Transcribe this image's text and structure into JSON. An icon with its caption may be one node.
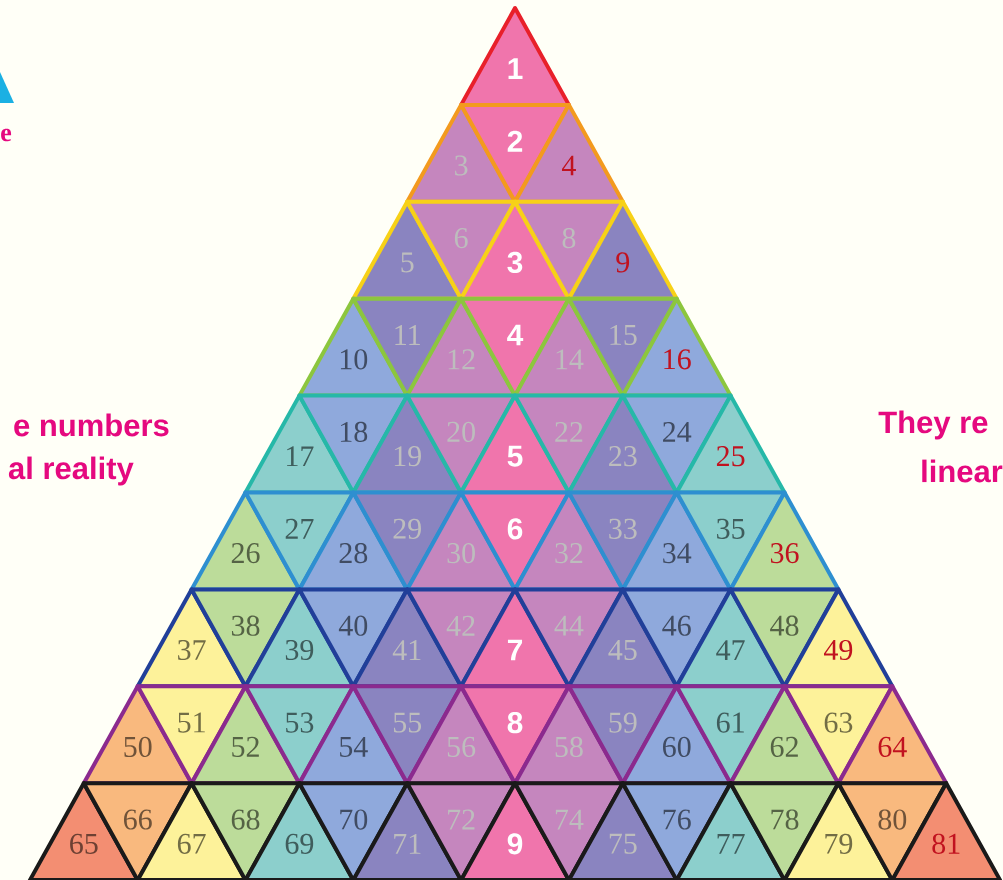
{
  "diagram": {
    "nodes": [
      {
        "text": [
          "1"
        ]
      },
      {
        "text": [
          "3"
        ]
      },
      {
        "text": [
          "2"
        ]
      },
      {
        "text": [
          "4"
        ]
      },
      {
        "text": [
          "5"
        ]
      },
      {
        "text": [
          "6"
        ]
      },
      {
        "text": [
          "3"
        ]
      },
      {
        "text": [
          "8"
        ]
      },
      {
        "text": [
          "9"
        ]
      },
      {
        "text": [
          "10"
        ]
      },
      {
        "text": [
          "11"
        ]
      },
      {
        "text": [
          "12"
        ]
      },
      {
        "text": [
          "4"
        ]
      },
      {
        "text": [
          "14"
        ]
      },
      {
        "text": [
          "15"
        ]
      },
      {
        "text": [
          "16"
        ]
      },
      {
        "text": [
          "17"
        ]
      },
      {
        "text": [
          "18"
        ]
      },
      {
        "text": [
          "19"
        ]
      },
      {
        "text": [
          "20"
        ]
      },
      {
        "text": [
          "5"
        ]
      },
      {
        "text": [
          "22"
        ]
      },
      {
        "text": [
          "23"
        ]
      },
      {
        "text": [
          "24"
        ]
      },
      {
        "text": [
          "25"
        ]
      },
      {
        "text": [
          "26"
        ]
      },
      {
        "text": [
          "27"
        ]
      },
      {
        "text": [
          "28"
        ]
      },
      {
        "text": [
          "29"
        ]
      },
      {
        "text": [
          "30"
        ]
      },
      {
        "text": [
          "6"
        ]
      },
      {
        "text": [
          "32"
        ]
      },
      {
        "text": [
          "33"
        ]
      },
      {
        "text": [
          "34"
        ]
      },
      {
        "text": [
          "35"
        ]
      },
      {
        "text": [
          "36"
        ]
      },
      {
        "text": [
          "37"
        ]
      },
      {
        "text": [
          "38"
        ]
      },
      {
        "text": [
          "39"
        ]
      },
      {
        "text": [
          "40"
        ]
      },
      {
        "text": [
          "41"
        ]
      },
      {
        "text": [
          "42"
        ]
      },
      {
        "text": [
          "7"
        ]
      },
      {
        "text": [
          "44"
        ]
      },
      {
        "text": [
          "45"
        ]
      },
      {
        "text": [
          "46"
        ]
      },
      {
        "text": [
          "47"
        ]
      },
      {
        "text": [
          "48"
        ]
      },
      {
        "text": [
          "49"
        ]
      },
      {
        "text": [
          "50"
        ]
      },
      {
        "text": [
          "51"
        ]
      },
      {
        "text": [
          "52"
        ]
      },
      {
        "text": [
          "53"
        ]
      },
      {
        "text": [
          "54"
        ]
      },
      {
        "text": [
          "55"
        ]
      },
      {
        "text": [
          "56"
        ]
      },
      {
        "text": [
          "8"
        ]
      },
      {
        "text": [
          "58"
        ]
      },
      {
        "text": [
          "59"
        ]
      },
      {
        "text": [
          "60"
        ]
      },
      {
        "text": [
          "61"
        ]
      },
      {
        "text": [
          "62"
        ]
      },
      {
        "text": [
          "63"
        ]
      },
      {
        "text": [
          "64"
        ]
      },
      {
        "text": [
          "65"
        ]
      },
      {
        "text": [
          "66"
        ]
      },
      {
        "text": [
          "67"
        ]
      },
      {
        "text": [
          "68"
        ]
      },
      {
        "text": [
          "69"
        ]
      },
      {
        "text": [
          "70"
        ]
      },
      {
        "text": [
          "71"
        ]
      },
      {
        "text": [
          "72"
        ]
      },
      {
        "text": [
          "9"
        ]
      },
      {
        "text": [
          "74"
        ]
      },
      {
        "text": [
          "75"
        ]
      },
      {
        "text": [
          "76"
        ]
      },
      {
        "text": [
          "77"
        ]
      },
      {
        "text": [
          "78"
        ]
      },
      {
        "text": [
          "79"
        ]
      },
      {
        "text": [
          "80"
        ]
      },
      {
        "text": [
          "81"
        ]
      }
    ],
    "labels": [
      "e",
      "e numbers",
      "al reality",
      "They re",
      "linear"
    ]
  }
}
